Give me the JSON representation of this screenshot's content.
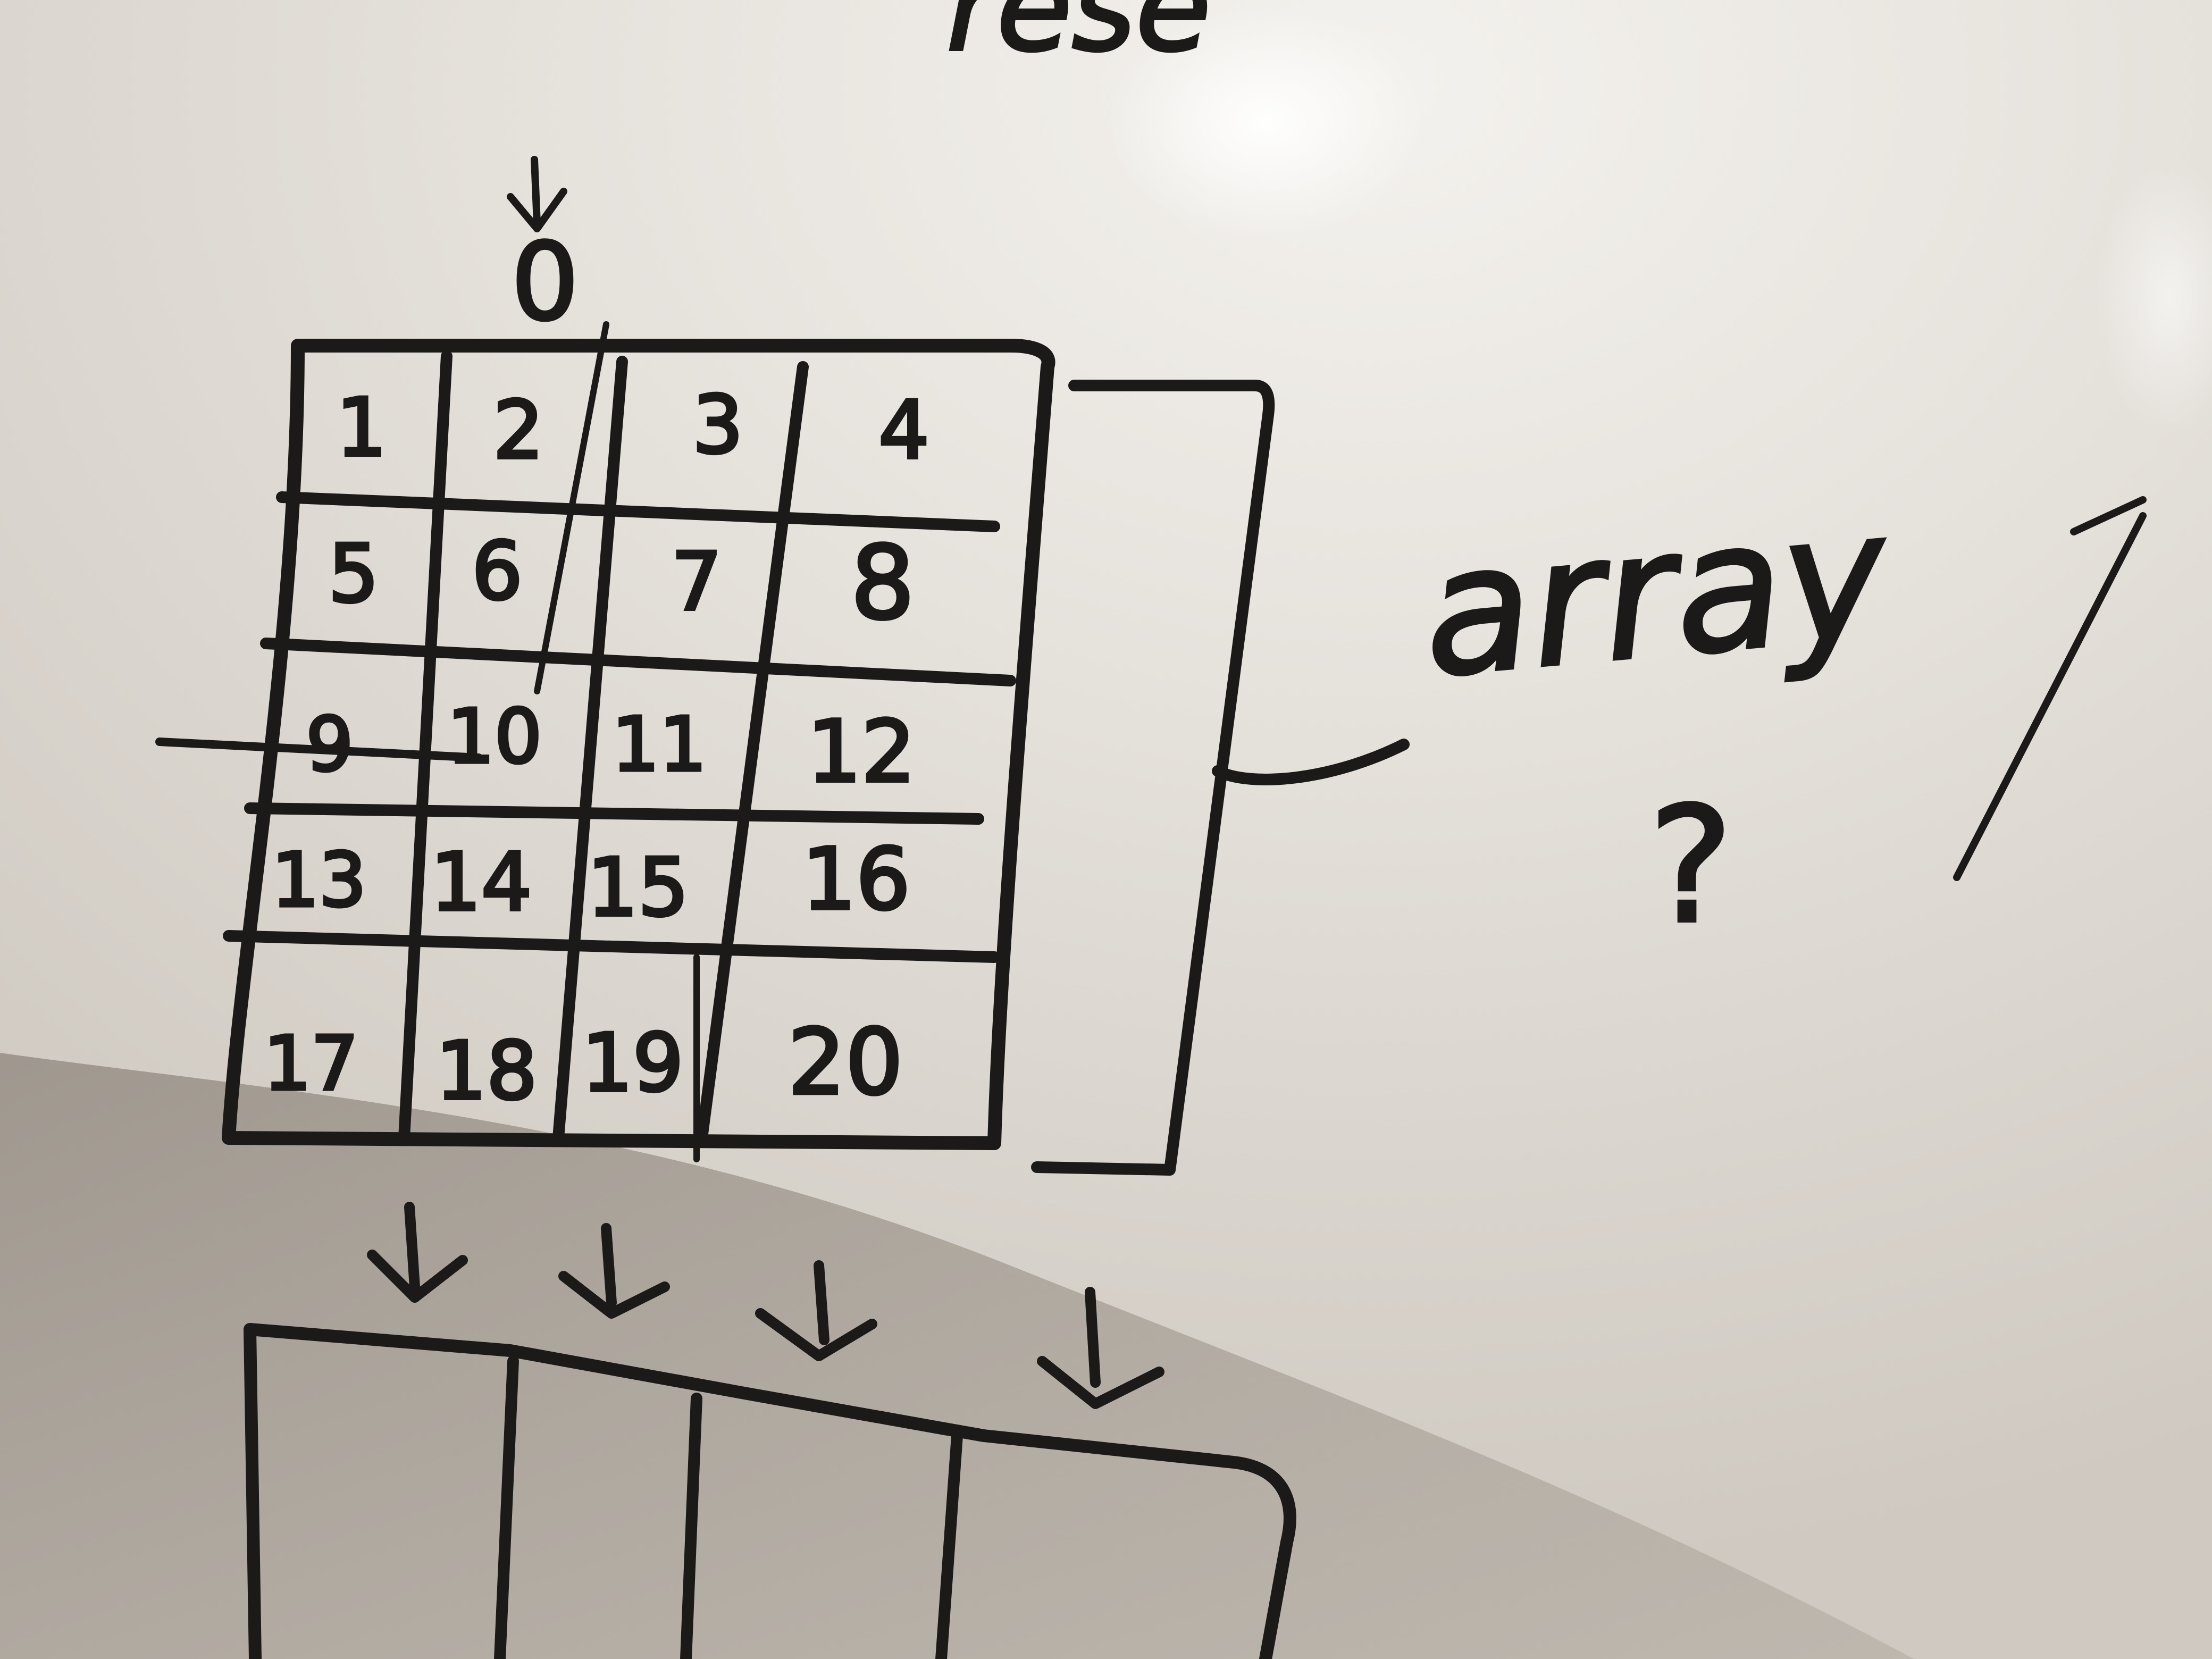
{
  "board": {
    "top_partial_text": "rese",
    "palette": {
      "board_light": "#eeebe6",
      "board_mid": "#d8d2ca",
      "board_shadow": "#9f978d",
      "marker_ink": "#1b1a18"
    }
  },
  "grid": {
    "rows": [
      [
        "1",
        "2",
        "3",
        "4"
      ],
      [
        "5",
        "6",
        "7",
        "8"
      ],
      [
        "9",
        "10",
        "11",
        "12"
      ],
      [
        "13",
        "14",
        "15",
        "16"
      ],
      [
        "17",
        "18",
        "19",
        "20"
      ]
    ],
    "arrow_marker_label": "0"
  },
  "annotation": {
    "word": "array",
    "question_mark": "?"
  },
  "lower_array": {
    "columns": 4
  }
}
